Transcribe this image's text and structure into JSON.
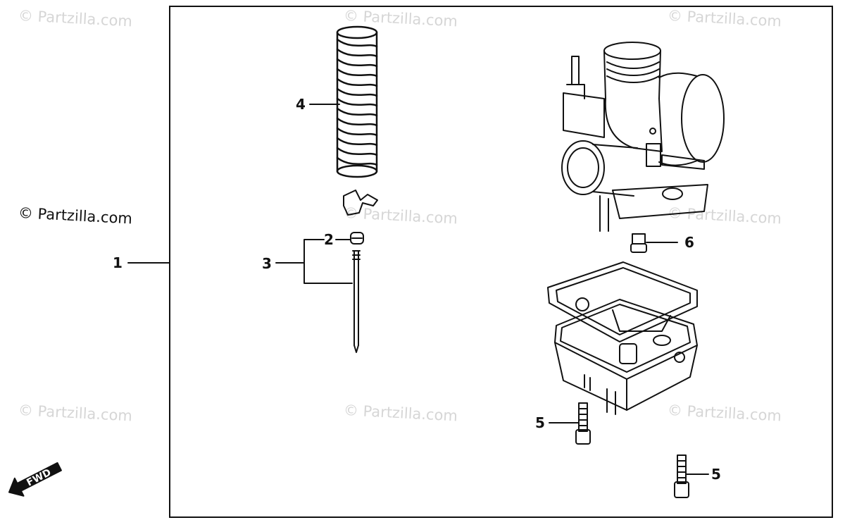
{
  "watermark": {
    "text": "© Partzilla.com",
    "prominent_text": "© Partzilla.com"
  },
  "callouts": {
    "c1": "1",
    "c2": "2",
    "c3": "3",
    "c4": "4",
    "c5a": "5",
    "c5b": "5",
    "c6": "6"
  },
  "direction_indicator": {
    "label": "FWD"
  }
}
